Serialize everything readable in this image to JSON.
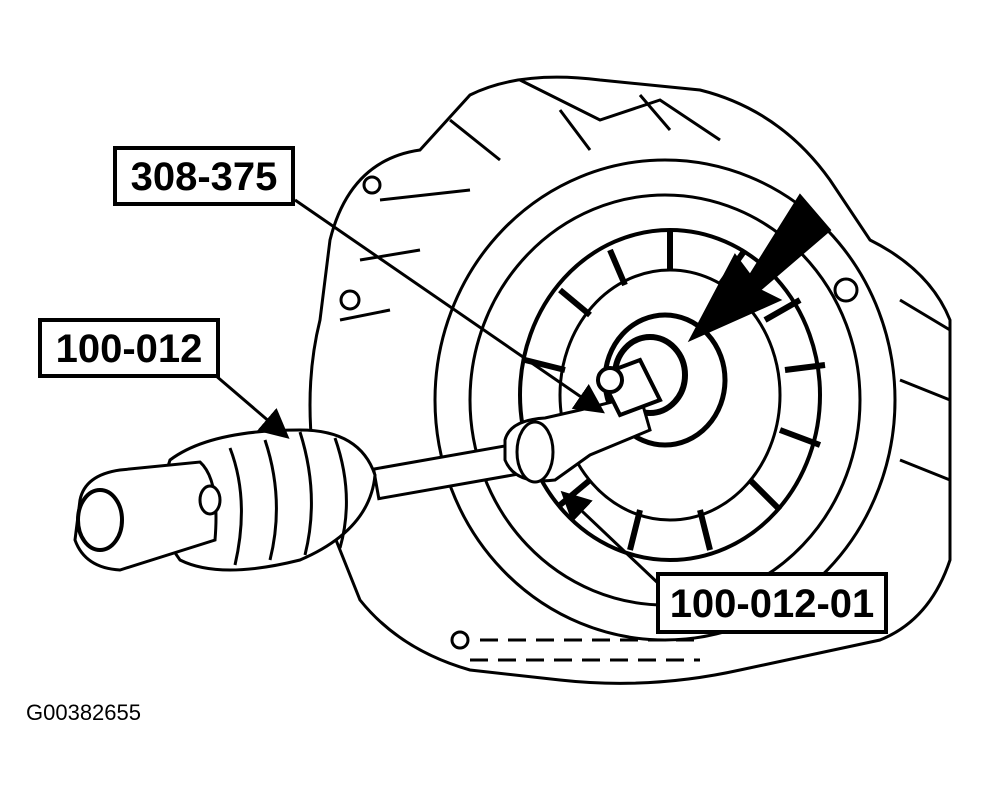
{
  "figure_id": "G00382655",
  "callouts": {
    "tool_308_375": "308-375",
    "tool_100_012": "100-012",
    "tool_100_012_01": "100-012-01"
  },
  "colors": {
    "ink": "#000000",
    "paper": "#ffffff"
  }
}
